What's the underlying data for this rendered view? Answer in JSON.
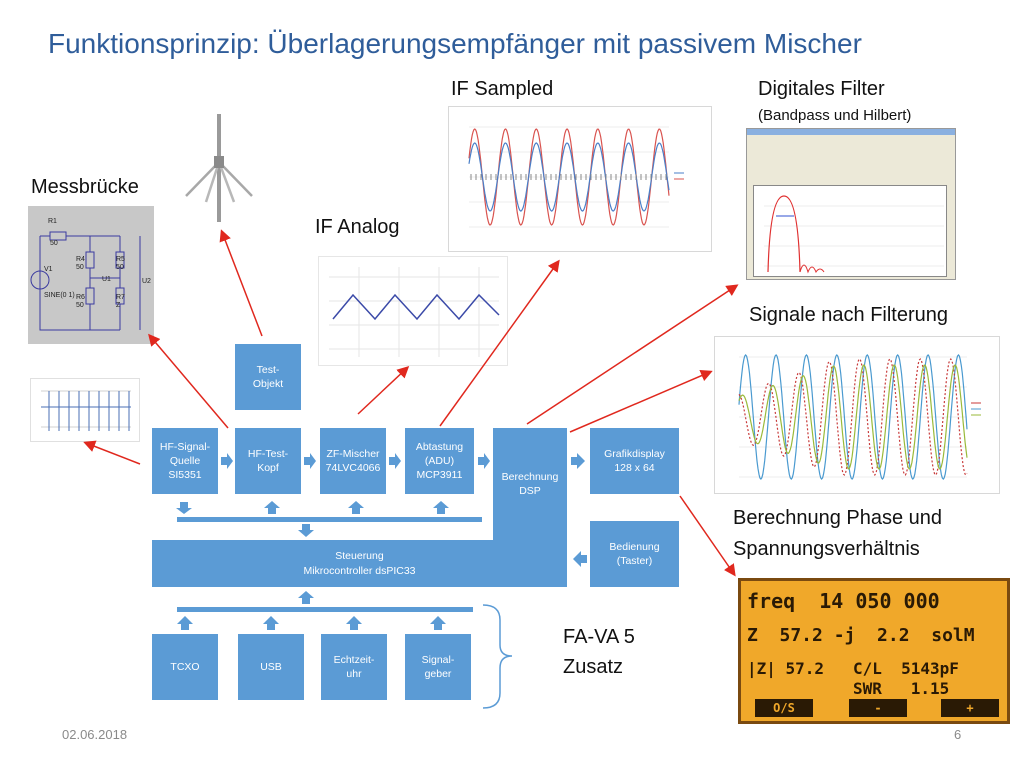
{
  "title": "Funktionsprinzip: Überlagerungsempfänger mit passivem Mischer",
  "labels": {
    "if_sampled": "IF Sampled",
    "digitales_filter": "Digitales Filter",
    "digitales_filter_sub": "(Bandpass und Hilbert)",
    "messbruecke": "Messbrücke",
    "if_analog": "IF Analog",
    "signale_filterung": "Signale nach Filterung",
    "berechnung_phase": "Berechnung Phase und",
    "spannungsverhaeltnis": "Spannungsverhältnis",
    "fava": "FA-VA 5",
    "zusatz": "Zusatz"
  },
  "blocks": {
    "test_objekt": "Test-\nObjekt",
    "hf_signal": "HF-Signal-\nQuelle\nSI5351",
    "hf_test": "HF-Test-\nKopf",
    "zf_mischer": "ZF-Mischer\n74LVC4066",
    "abtastung": "Abtastung\n(ADU)\nMCP3911",
    "berechnung": "Berechnung\nDSP",
    "grafikdisplay": "Grafikdisplay\n128 x 64",
    "bedienung": "Bedienung\n(Taster)",
    "steuerung": "Steuerung\nMikrocontroller dsPIC33",
    "tcxo": "TCXO",
    "usb": "USB",
    "echtzeituhr": "Echtzeit-\nuhr",
    "signalgeber": "Signal-\ngeber"
  },
  "circuit": {
    "r1": "R1",
    "r1v": "50",
    "r4": "R4",
    "r4v": "50",
    "r5": "R5",
    "r5v": "50",
    "r6": "R6",
    "r6v": "50",
    "r7": "R7",
    "r7v": "Z",
    "v1": "V1",
    "sine": "SINE(0 1)",
    "u1": "U1",
    "u2": "U2"
  },
  "lcd": {
    "row1": "freq  14 050 000",
    "row2": "Z  57.2 -j  2.2  solM",
    "row3": "|Z| 57.2   C/L  5143pF",
    "row4": "           SWR   1.15",
    "btn1": "O/S",
    "btn2": "-",
    "btn3": "+"
  },
  "footer": {
    "date": "02.06.2018",
    "page": "6"
  },
  "colors": {
    "block": "#5b9bd5",
    "arrow": "#e0281e",
    "title": "#2f5d9a"
  }
}
